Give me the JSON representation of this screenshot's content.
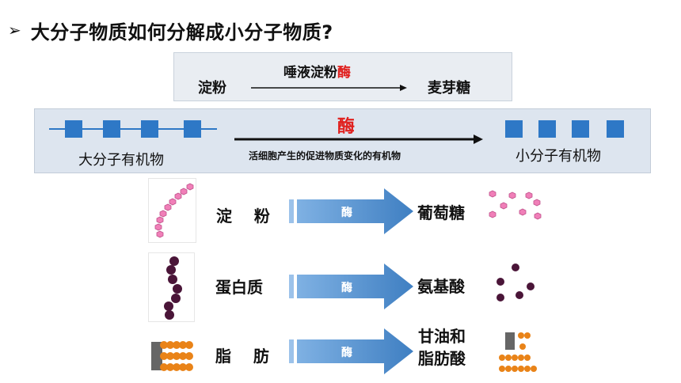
{
  "title": {
    "bullet": "➢",
    "text": "大分子物质如何分解成小分子物质?"
  },
  "reaction": {
    "left": "淀粉",
    "catalyst_prefix": "唾液淀粉",
    "catalyst_suffix": "酶",
    "right": "麦芽糖"
  },
  "overview": {
    "left_label": "大分子有机物",
    "enzyme": "酶",
    "description": "活细胞产生的促进物质变化的有机物",
    "right_label": "小分子有机物"
  },
  "rows": [
    {
      "substrate": "淀    粉",
      "enzyme": "酶",
      "product": "葡萄糖"
    },
    {
      "substrate": "蛋白质",
      "enzyme": "酶",
      "product": "氨基酸"
    },
    {
      "substrate": "脂    肪",
      "enzyme": "酶",
      "product_line1": "甘油和",
      "product_line2": "脂肪酸"
    }
  ],
  "colors": {
    "accent_red": "#e0201e",
    "square_blue": "#2e78c6",
    "arrow_blue": "#4a8ccc",
    "starch_pink": "#f07fb8",
    "amino_purple": "#4a1538",
    "fat_orange": "#e98318"
  }
}
